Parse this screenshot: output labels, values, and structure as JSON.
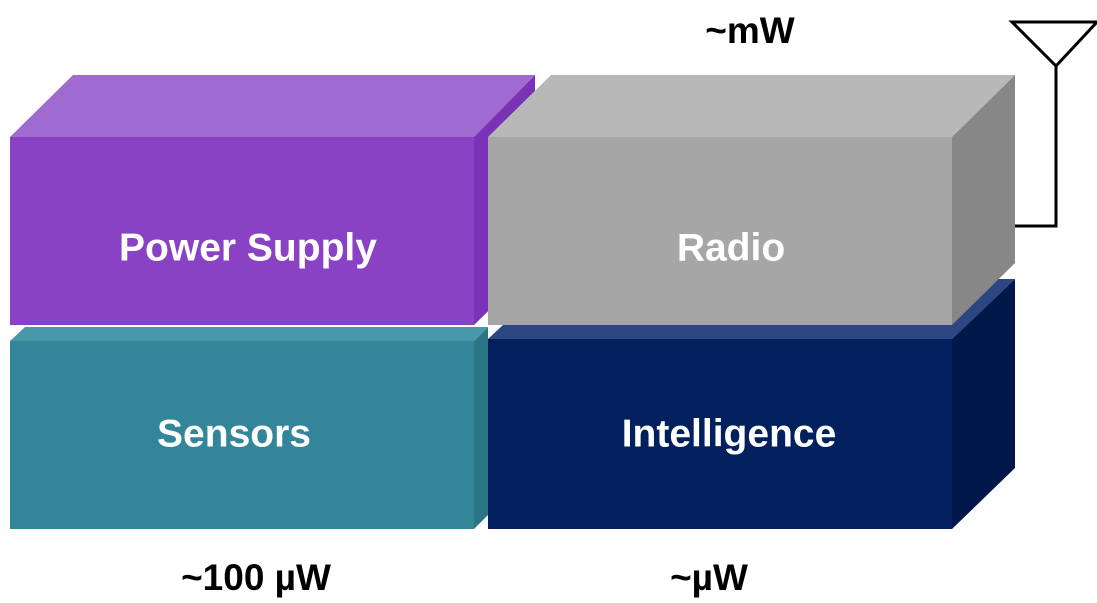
{
  "blocks": {
    "power_supply": {
      "label": "Power Supply",
      "front": "#8a42c5",
      "top": "#a06bd1",
      "side": "#7a32b6"
    },
    "radio": {
      "label": "Radio",
      "front": "#a6a6a6",
      "top": "#b8b8b8",
      "side": "#878787"
    },
    "sensors": {
      "label": "Sensors",
      "front": "#338599",
      "top": "#4898aa",
      "side": "#2b7585"
    },
    "intelligence": {
      "label": "Intelligence",
      "front": "#03205e",
      "top": "#2b4681",
      "side": "#02184a"
    }
  },
  "power_labels": {
    "radio": "~mW",
    "sensors": "~100 µW",
    "intelligence": "~µW"
  }
}
